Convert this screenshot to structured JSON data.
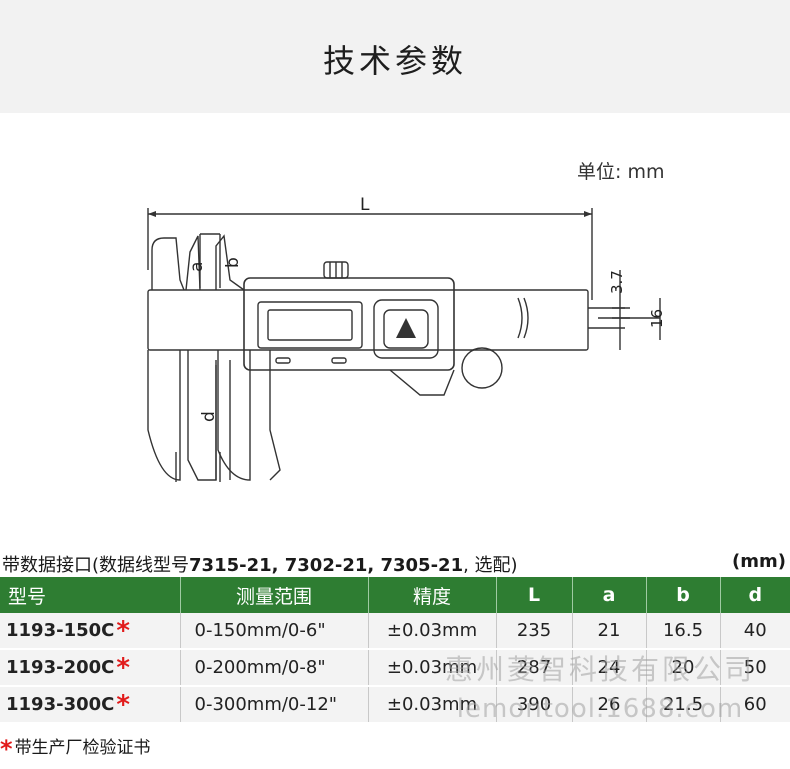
{
  "header": {
    "title": "技术参数"
  },
  "unit_label": "单位: mm",
  "diagram": {
    "labels": {
      "L": "L",
      "a": "a",
      "b": "b",
      "d": "d",
      "dim_37": "3.7",
      "dim_16": "16"
    }
  },
  "caption": {
    "prefix": "带数据接口(数据线型号",
    "models": "7315-21, 7302-21, 7305-21",
    "suffix": ", 选配)",
    "unit": "(mm)"
  },
  "table": {
    "headers": [
      "型号",
      "测量范围",
      "精度",
      "L",
      "a",
      "b",
      "d"
    ],
    "rows": [
      {
        "model": "1193-150C",
        "range": "0-150mm/0-6\"",
        "accuracy": "±0.03mm",
        "L": "235",
        "a": "21",
        "b": "16.5",
        "d": "40"
      },
      {
        "model": "1193-200C",
        "range": "0-200mm/0-8\"",
        "accuracy": "±0.03mm",
        "L": "287",
        "a": "24",
        "b": "20",
        "d": "50"
      },
      {
        "model": "1193-300C",
        "range": "0-300mm/0-12\"",
        "accuracy": "±0.03mm",
        "L": "390",
        "a": "26",
        "b": "21.5",
        "d": "60"
      }
    ],
    "star_symbol": "*"
  },
  "footnote": {
    "star": "*",
    "text": "带生产厂检验证书"
  },
  "watermark": {
    "line1": "惠州菱智科技有限公司",
    "line2": "lemontool.1688.com"
  },
  "colors": {
    "header_green": "#2e7d32",
    "star_red": "#e11b1b",
    "row_bg": "#f3f3f3"
  }
}
